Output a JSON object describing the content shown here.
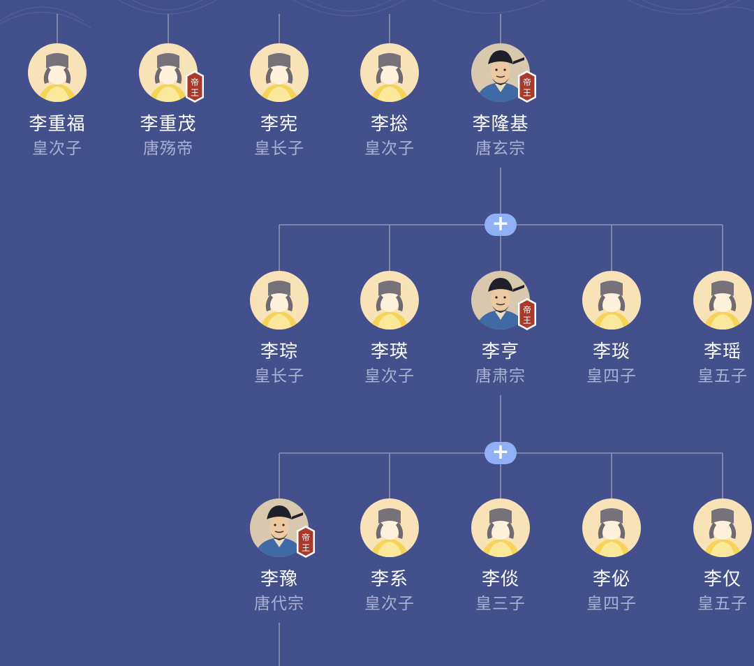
{
  "badge_label": [
    "帝",
    "王"
  ],
  "expand_symbol": "+",
  "colors": {
    "background": "#44508c",
    "connector": "#8e91b8",
    "badge": "#a83a2c",
    "plus_button": "#8fb0f4"
  },
  "generations": [
    {
      "members": [
        {
          "name": "李重福",
          "title": "皇次子",
          "emperor": false
        },
        {
          "name": "李重茂",
          "title": "唐殇帝",
          "emperor": true
        },
        {
          "name": "李宪",
          "title": "皇长子",
          "emperor": false
        },
        {
          "name": "李捴",
          "title": "皇次子",
          "emperor": false
        },
        {
          "name": "李隆基",
          "title": "唐玄宗",
          "emperor": true,
          "portrait": true
        }
      ]
    },
    {
      "members": [
        {
          "name": "李琮",
          "title": "皇长子",
          "emperor": false
        },
        {
          "name": "李瑛",
          "title": "皇次子",
          "emperor": false
        },
        {
          "name": "李亨",
          "title": "唐肃宗",
          "emperor": true,
          "portrait": true
        },
        {
          "name": "李琰",
          "title": "皇四子",
          "emperor": false
        },
        {
          "name": "李瑶",
          "title": "皇五子",
          "emperor": false
        }
      ]
    },
    {
      "members": [
        {
          "name": "李豫",
          "title": "唐代宗",
          "emperor": true,
          "portrait": true
        },
        {
          "name": "李系",
          "title": "皇次子",
          "emperor": false
        },
        {
          "name": "李倓",
          "title": "皇三子",
          "emperor": false
        },
        {
          "name": "李佖",
          "title": "皇四子",
          "emperor": false
        },
        {
          "name": "李仅",
          "title": "皇五子",
          "emperor": false
        }
      ]
    }
  ]
}
